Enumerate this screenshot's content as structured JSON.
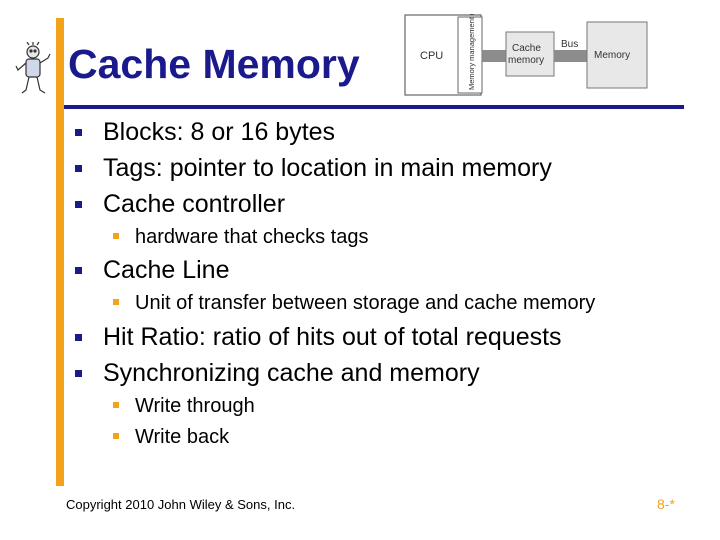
{
  "slide": {
    "title": "Cache Memory",
    "bullets": [
      {
        "text": "Blocks:  8 or 16 bytes",
        "level": 1
      },
      {
        "text": "Tags: pointer to location in main memory",
        "level": 1
      },
      {
        "text": "Cache controller",
        "level": 1
      },
      {
        "text": "hardware that checks tags",
        "level": 2
      },
      {
        "text": "Cache Line",
        "level": 1
      },
      {
        "text": "Unit of transfer between storage and cache memory",
        "level": 2
      },
      {
        "text": "Hit Ratio: ratio of hits out of total requests",
        "level": 1
      },
      {
        "text": "Synchronizing cache and memory",
        "level": 1
      },
      {
        "text": "Write through",
        "level": 2
      },
      {
        "text": "Write back",
        "level": 2
      }
    ],
    "footer": "Copyright 2010 John Wiley & Sons, Inc.",
    "page_number": "8-*"
  },
  "diagram": {
    "cpu": "CPU",
    "mmu": "Memory management unit",
    "cache": "Cache memory",
    "bus": "Bus",
    "memory": "Memory"
  },
  "colors": {
    "title": "#1a1a8c",
    "accent": "#f4a21c",
    "text": "#000000"
  }
}
